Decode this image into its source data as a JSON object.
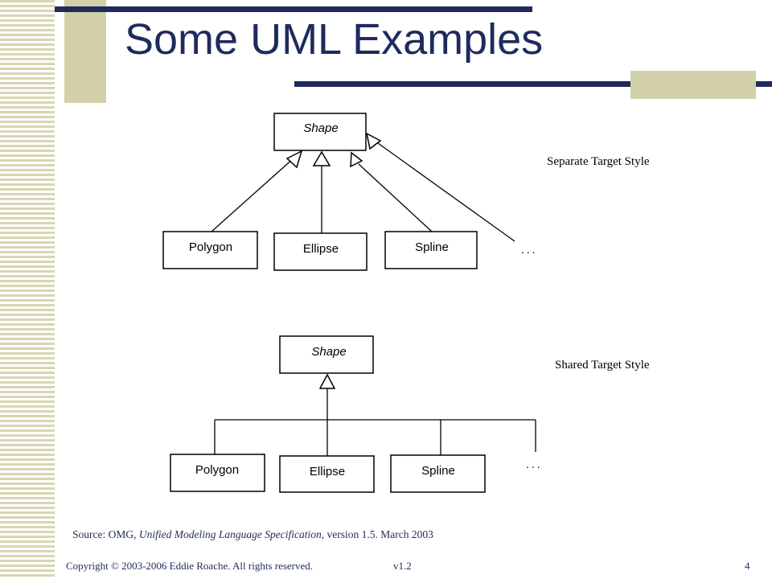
{
  "slide": {
    "title": "Some UML Examples",
    "page_number": "4",
    "version": "v1.2",
    "copyright": "Copyright © 2003-2006 Eddie Roache. All rights reserved."
  },
  "diagram_top": {
    "style_label": "Separate Target Style",
    "parent": "Shape",
    "children": [
      "Polygon",
      "Ellipse",
      "Spline"
    ],
    "ellipsis": "..."
  },
  "diagram_bottom": {
    "style_label": "Shared Target Style",
    "parent": "Shape",
    "children": [
      "Polygon",
      "Ellipse",
      "Spline"
    ],
    "ellipsis": "..."
  },
  "source": {
    "prefix": "Source: OMG, ",
    "doc_title": "Unified Modeling Language Specification",
    "suffix": ",  version 1.5. March 2003"
  },
  "colors": {
    "title_navy": "#1f2b5c",
    "accent_khaki": "#d2d0a8"
  }
}
